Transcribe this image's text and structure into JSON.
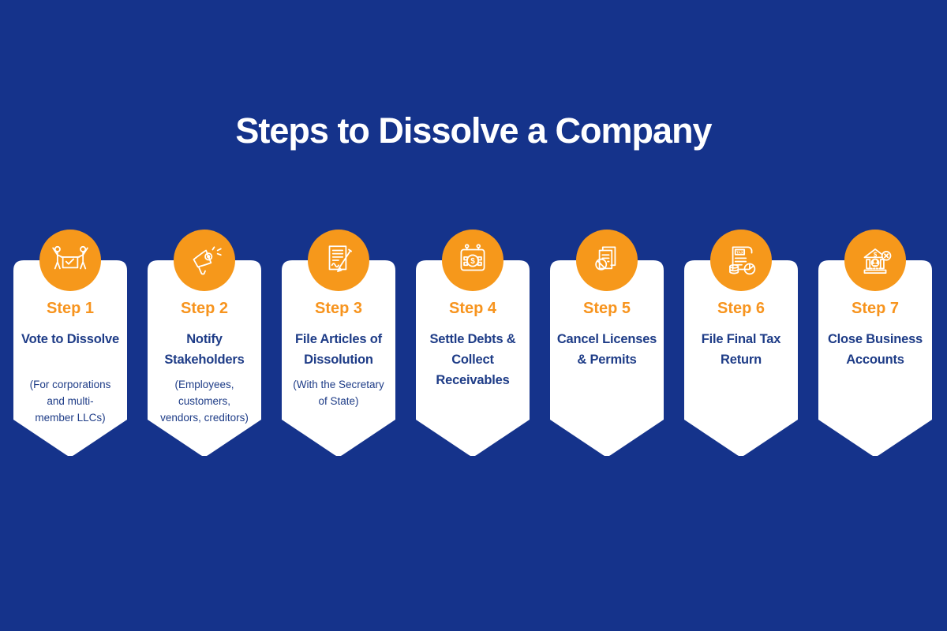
{
  "title": "Steps to Dissolve a Company",
  "colors": {
    "background": "#15338B",
    "card_background": "#FFFFFF",
    "icon_circle_orange": "#F6981B",
    "step_label_orange": "#F7941E",
    "text_blue": "#1E3C87",
    "title_white": "#FFFFFF"
  },
  "icon_glyphs": {
    "tax": "TAX",
    "dollar": "$"
  },
  "steps": [
    {
      "label": "Step 1",
      "title": "Vote to Dissolve",
      "subtitle": "(For corporations\nand multi-\nmember LLCs)",
      "icon": "vote-ballot-icon"
    },
    {
      "label": "Step 2",
      "title": "Notify\nStakeholders",
      "subtitle": "(Employees,\ncustomers,\nvendors, creditors)",
      "icon": "megaphone-icon"
    },
    {
      "label": "Step 3",
      "title": "File Articles of\nDissolution",
      "subtitle": "(With the Secretary\nof State)",
      "icon": "document-signing-icon"
    },
    {
      "label": "Step 4",
      "title": "Settle Debts &\nCollect\nReceivables",
      "subtitle": "",
      "icon": "calendar-dollar-icon"
    },
    {
      "label": "Step 5",
      "title": "Cancel Licenses\n& Permits",
      "subtitle": "",
      "icon": "cancel-documents-icon"
    },
    {
      "label": "Step 6",
      "title": "File Final Tax\nReturn",
      "subtitle": "",
      "icon": "tax-return-icon"
    },
    {
      "label": "Step 7",
      "title": "Close Business\nAccounts",
      "subtitle": "",
      "icon": "bank-closed-icon"
    }
  ]
}
